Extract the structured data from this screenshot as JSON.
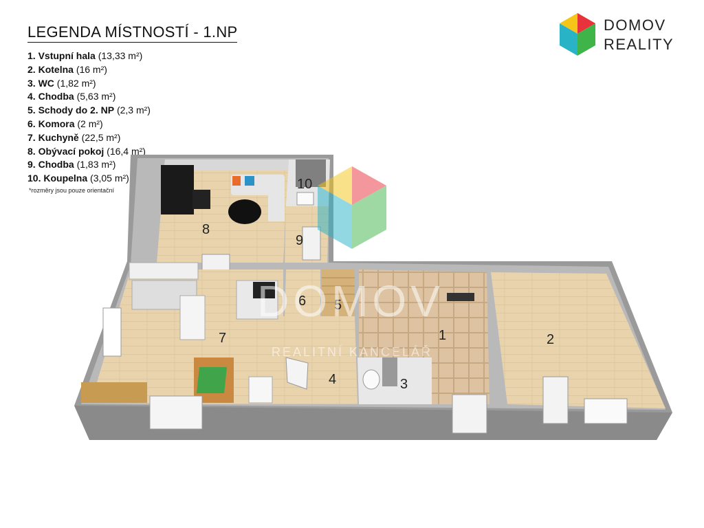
{
  "legend": {
    "title": "LEGENDA MÍSTNOSTÍ - 1.NP",
    "rooms": [
      {
        "num": "1.",
        "name": "Vstupní hala",
        "area": "(13,33 m²)"
      },
      {
        "num": "2.",
        "name": "Kotelna",
        "area": "(16 m²)"
      },
      {
        "num": "3.",
        "name": "WC",
        "area": "(1,82 m²)"
      },
      {
        "num": "4.",
        "name": "Chodba",
        "area": "(5,63 m²)"
      },
      {
        "num": "5.",
        "name": "Schody do 2. NP",
        "area": "(2,3 m²)"
      },
      {
        "num": "6.",
        "name": "Komora",
        "area": "(2 m²)"
      },
      {
        "num": "7.",
        "name": "Kuchyně",
        "area": "(22,5 m²)"
      },
      {
        "num": "8.",
        "name": "Obývací pokoj",
        "area": "(16,4 m²)"
      },
      {
        "num": "9.",
        "name": "Chodba",
        "area": "(1,83 m²)"
      },
      {
        "num": "10.",
        "name": "Koupelna",
        "area": "(3,05 m²)"
      }
    ],
    "note": "*rozměry jsou pouze orientační"
  },
  "brand": {
    "line1": "DOMOV",
    "line2": "REALITY",
    "colors": {
      "yellow": "#f5c518",
      "red": "#e8323c",
      "green": "#3fb549",
      "teal": "#28b3c6"
    }
  },
  "watermark": {
    "main": "DOMOV",
    "sub": "REALITNÍ KANCELÁŘ"
  },
  "plan": {
    "labels": [
      "1",
      "2",
      "3",
      "4",
      "5",
      "6",
      "7",
      "8",
      "9",
      "10"
    ]
  }
}
